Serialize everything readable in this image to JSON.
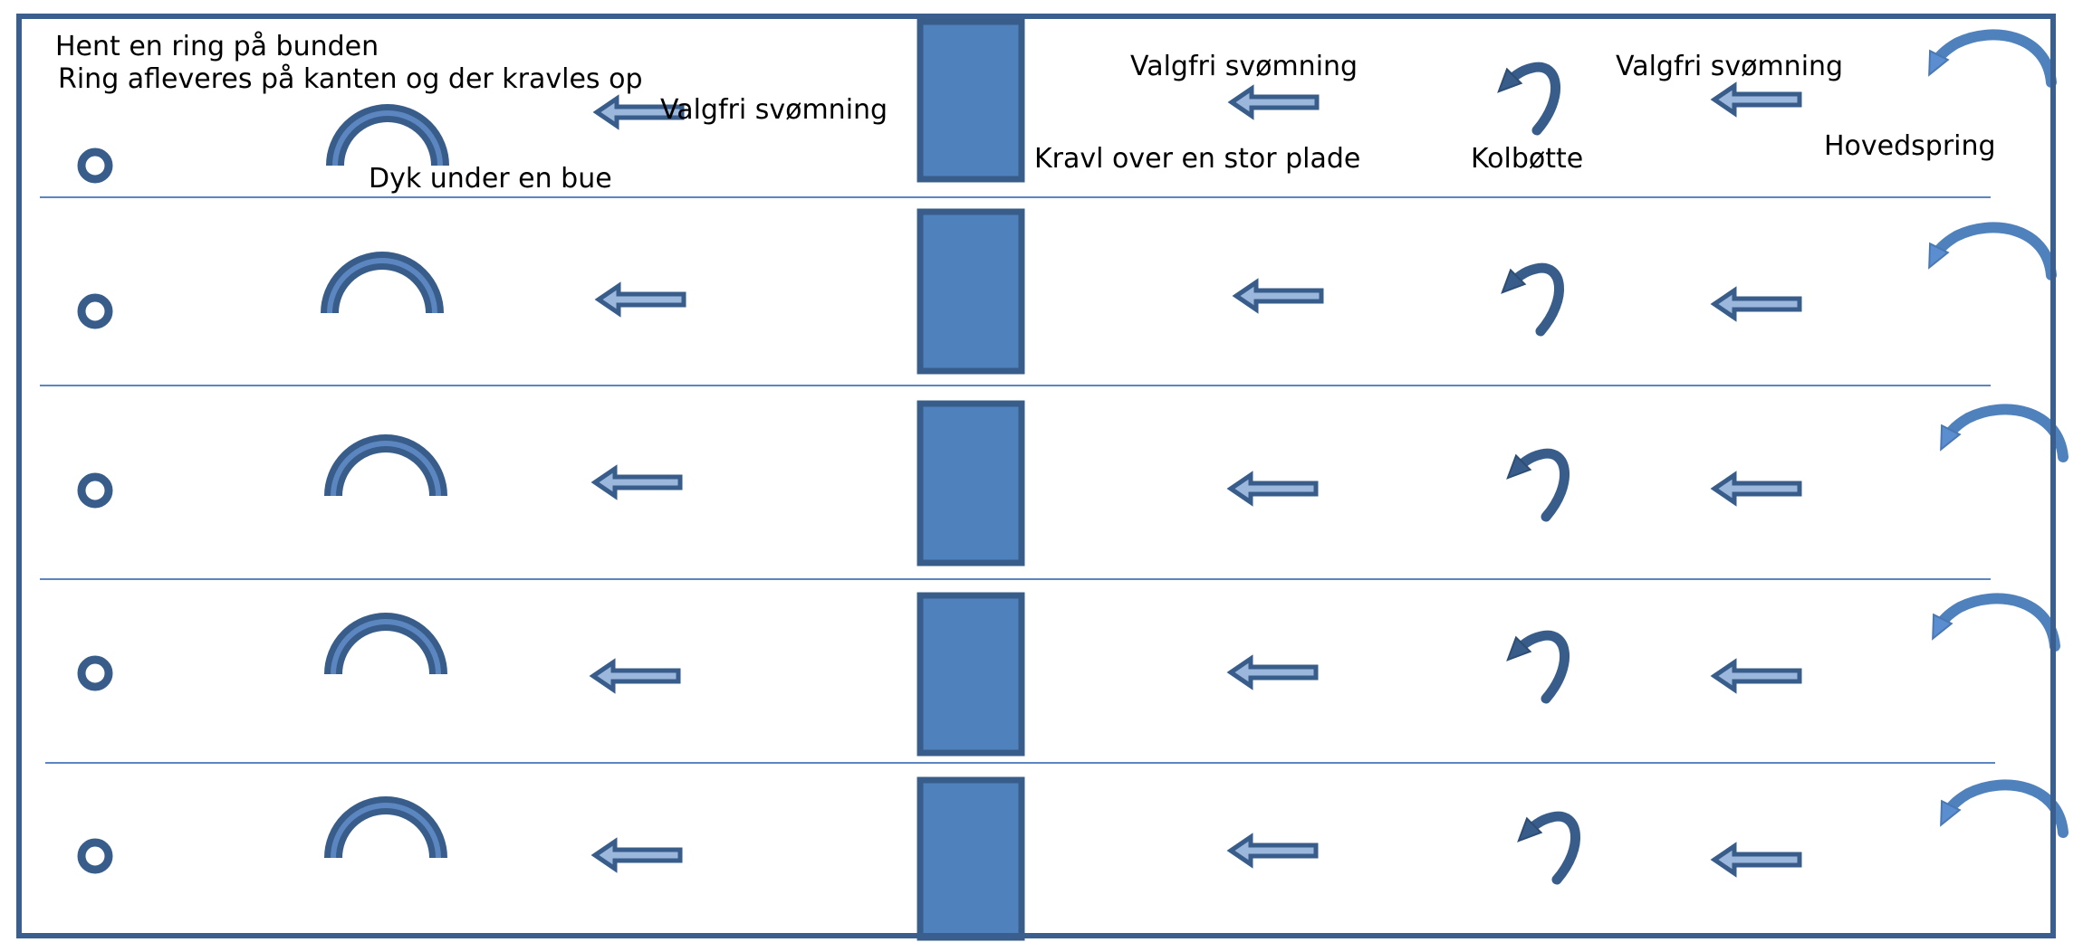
{
  "colors": {
    "border": "#3a5f8f",
    "lane_line": "#5b86c0",
    "plate_fill": "#4f81bd",
    "plate_stroke": "#385d8a",
    "arch_outer": "#385d8a",
    "arch_inner": "#5b86c0",
    "arrow_outer": "#385d8a",
    "arrow_inner": "#9bb7dc",
    "curl_arrow": "#385d8a",
    "dive_arrow": "#4f81bd",
    "ring": "#385d8a"
  },
  "labels": {
    "hent_ring": "Hent en ring på bunden",
    "ring_aflever": "Ring afleveres på kanten og der kravles op",
    "dyk_bue": "Dyk under en bue",
    "valgfri_1": "Valgfri svømning",
    "kravl_plade": "Kravl over en stor plade",
    "valgfri_2": "Valgfri svømning",
    "kolbotte": "Kolbøtte",
    "valgfri_3": "Valgfri svømning",
    "hovedspring": "Hovedspring"
  },
  "stations": [
    {
      "name": "ring",
      "icon": "ring-icon"
    },
    {
      "name": "arch",
      "icon": "arch-icon"
    },
    {
      "name": "swim-1",
      "icon": "arrow-left-icon"
    },
    {
      "name": "plate",
      "icon": "plate-icon"
    },
    {
      "name": "swim-2",
      "icon": "arrow-left-icon"
    },
    {
      "name": "somersault",
      "icon": "curved-arrow-icon"
    },
    {
      "name": "swim-3",
      "icon": "arrow-left-icon"
    },
    {
      "name": "dive",
      "icon": "dive-arrow-icon"
    }
  ],
  "lane_count": 5
}
